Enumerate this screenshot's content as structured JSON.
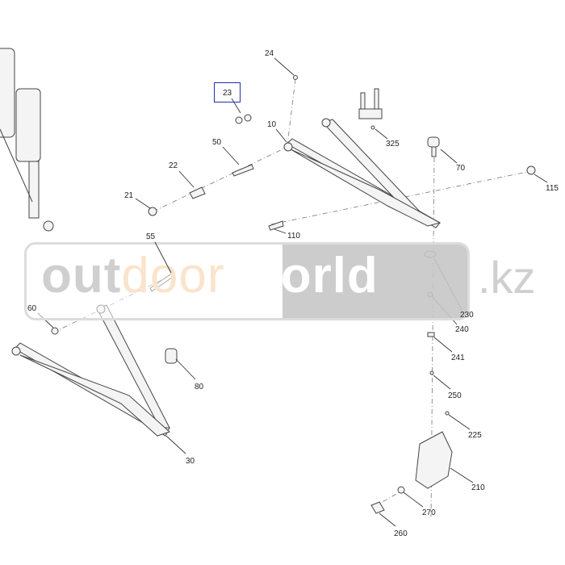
{
  "diagram": {
    "highlighted_part": "23",
    "labels": [
      "24",
      "23",
      "10",
      "325",
      "70",
      "115",
      "50",
      "22",
      "21",
      "110",
      "55",
      "230",
      "240",
      "60",
      "241",
      "80",
      "250",
      "225",
      "30",
      "210",
      "270",
      "260"
    ]
  },
  "watermark": {
    "part1": "out",
    "part2": "door",
    "part3": "world",
    "part4": ".kz"
  },
  "colors": {
    "highlight_box": "#2030b0",
    "watermark_gray": "#c9c9c9",
    "watermark_orange": "#fbe3cc"
  }
}
